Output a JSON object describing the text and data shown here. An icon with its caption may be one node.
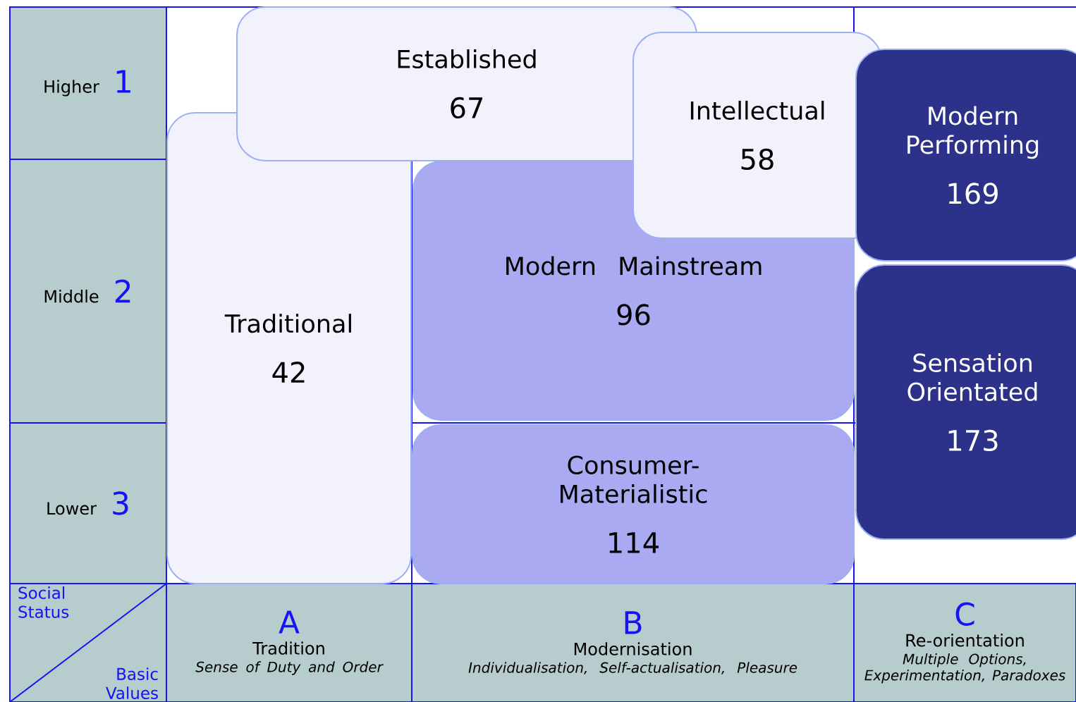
{
  "diagram": {
    "nodes": [
      {
        "text": [
          "Higher",
          "1"
        ]
      },
      {
        "text": [
          "Established",
          "67"
        ]
      },
      {
        "text": [
          "Intellectual",
          "58"
        ]
      },
      {
        "text": [
          "Modern Performing",
          "169"
        ]
      },
      {
        "text": [
          "Middle",
          "2"
        ]
      },
      {
        "text": [
          "Traditional",
          "42"
        ]
      },
      {
        "text": [
          "Modern Mainstream",
          "96"
        ]
      },
      {
        "text": [
          "Sensation Orientated",
          "173"
        ]
      },
      {
        "text": [
          "Lower",
          "3"
        ]
      },
      {
        "text": [
          "Consumer-Materialistic",
          "114"
        ]
      },
      {
        "text": [
          "Social Status",
          "Basic Values"
        ]
      },
      {
        "text": [
          "A",
          "Tradition",
          "Sense of Duty and Order"
        ]
      },
      {
        "text": [
          "B",
          "Modernisation",
          "Individualisation, Self-actualisation, Pleasure"
        ]
      },
      {
        "text": [
          "C",
          "Re-orientation",
          "Multiple Options, Experimentation, Paradoxes"
        ]
      }
    ]
  }
}
